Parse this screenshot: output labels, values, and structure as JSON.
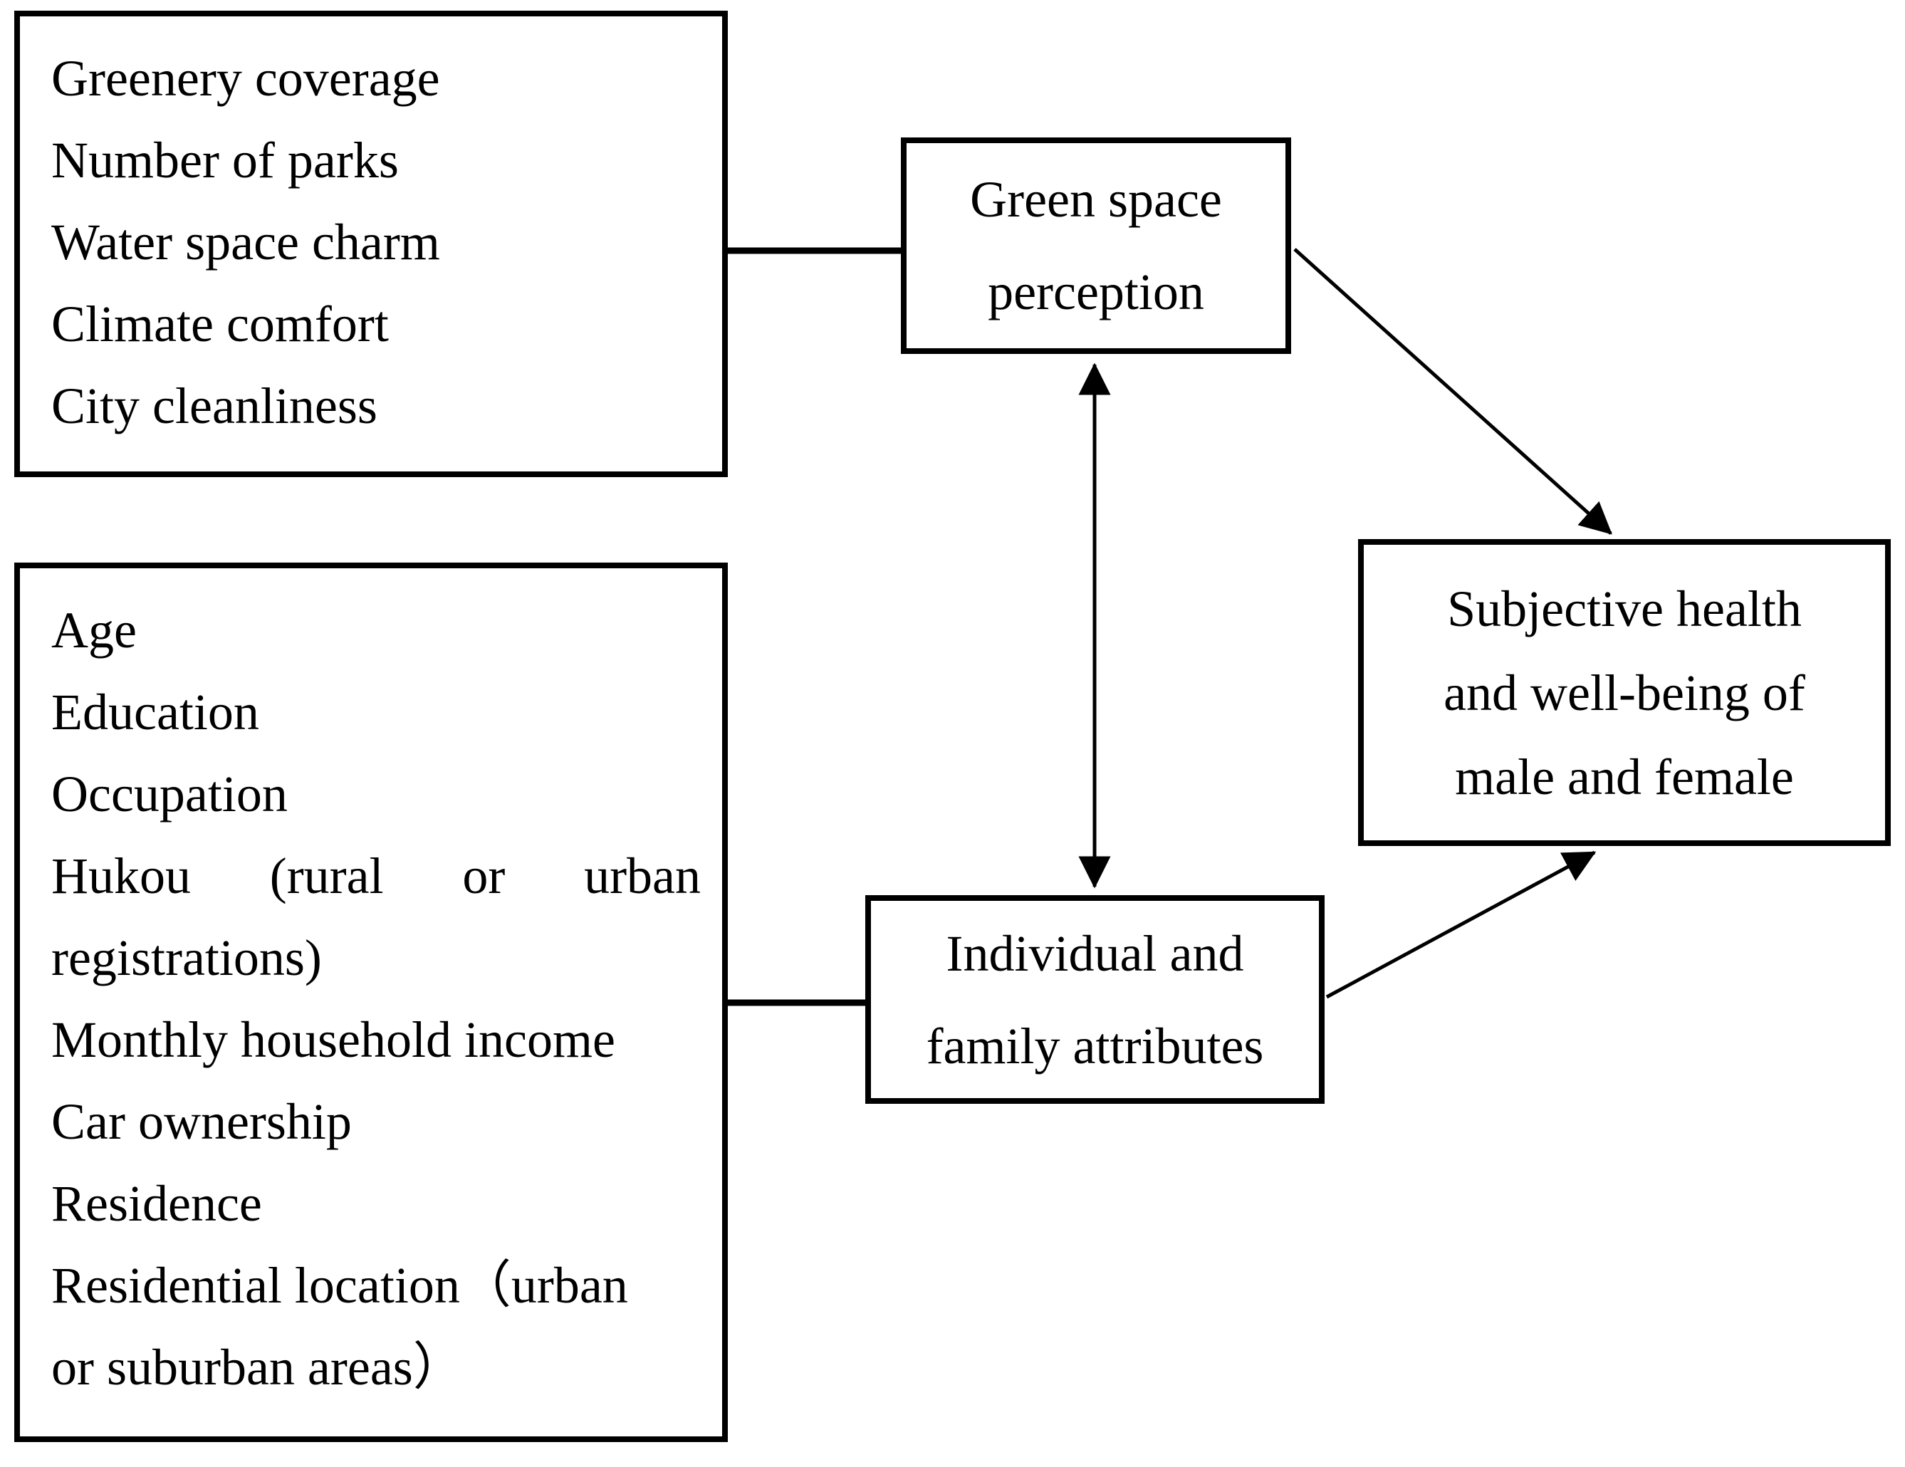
{
  "figure": {
    "type": "conceptual-framework-diagram",
    "colors": {
      "line": "#000000",
      "background": "#ffffff",
      "text": "#000000"
    },
    "boxes": {
      "green_factors": {
        "lines": [
          "Greenery coverage",
          "Number of parks",
          "Water space charm",
          "Climate comfort",
          "City cleanliness"
        ]
      },
      "individual_factors": {
        "lines": [
          "Age",
          "Education",
          "Occupation",
          "Hukou (rural or urban",
          "registrations)",
          "Monthly household income",
          "Car ownership",
          "Residence",
          "Residential location（urban",
          "or suburban areas）"
        ]
      },
      "green_space_perception": {
        "lines": [
          "Green space",
          "perception"
        ]
      },
      "individual_family_attributes": {
        "lines": [
          "Individual and",
          "family attributes"
        ]
      },
      "subjective_health": {
        "lines": [
          "Subjective health",
          "and well-being of",
          "male and female"
        ]
      }
    },
    "connectors": [
      {
        "name": "green-factors-to-perception",
        "style": "plain-line"
      },
      {
        "name": "individual-factors-to-attributes",
        "style": "plain-line"
      },
      {
        "name": "perception-attributes-bidirectional",
        "style": "double-headed-arrow"
      },
      {
        "name": "perception-to-health",
        "style": "arrow"
      },
      {
        "name": "attributes-to-health",
        "style": "arrow"
      }
    ]
  }
}
